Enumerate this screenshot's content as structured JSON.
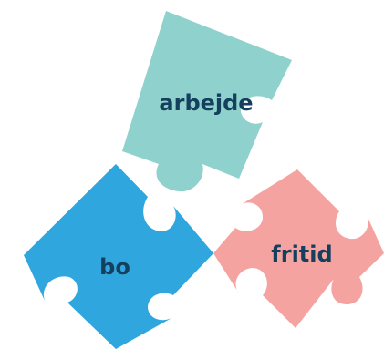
{
  "pieces": [
    {
      "label": "arbejde",
      "color": "#8fd1cc"
    },
    {
      "label": "bo",
      "color": "#2fa6dd"
    },
    {
      "label": "fritid",
      "color": "#f5a3a1"
    }
  ],
  "text_color": "#14405e"
}
